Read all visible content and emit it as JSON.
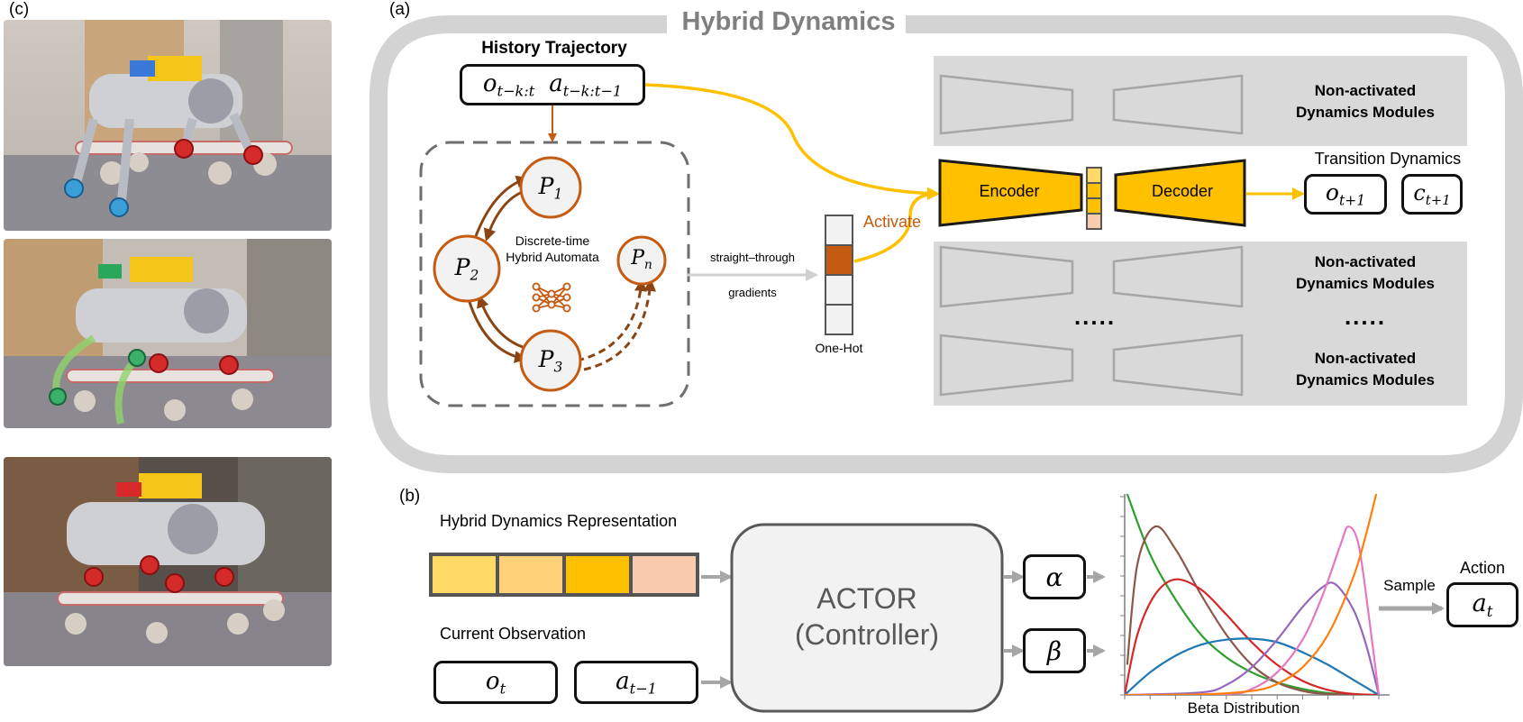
{
  "panels": {
    "a": "(a)",
    "b": "(b)",
    "c": "(c)"
  },
  "hybrid": {
    "title": "Hybrid Dynamics",
    "history_label": "History Trajectory",
    "history_obs": "o",
    "history_obs_sub": "t−k:t",
    "history_act": "a",
    "history_act_sub": "t−k:t−1",
    "automata_line1": "Discrete-time",
    "automata_line2": "Hybrid Automata",
    "states": [
      {
        "base": "P",
        "sub": "1"
      },
      {
        "base": "P",
        "sub": "2"
      },
      {
        "base": "P",
        "sub": "n"
      },
      {
        "base": "P",
        "sub": "3"
      }
    ],
    "gradient_line1": "straight–through",
    "gradient_line2": "gradients",
    "onehot_label": "One-Hot",
    "activate_label": "Activate",
    "encoder_label": "Encoder",
    "decoder_label": "Decoder",
    "module_line1": "Non-activated",
    "module_line2": "Dynamics Modules",
    "ellipsis": ".....",
    "transition_label": "Transition Dynamics",
    "out_obs": "o",
    "out_obs_sub": "t+1",
    "out_ctx": "c",
    "out_ctx_sub": "t+1"
  },
  "actor": {
    "rep_label": "Hybrid Dynamics Representation",
    "obs_label": "Current Observation",
    "obs": "o",
    "obs_sub": "t",
    "prev_act": "a",
    "prev_act_sub": "t−1",
    "line1": "ACTOR",
    "line2": "(Controller)",
    "alpha": "α",
    "beta": "β",
    "beta_dist_label": "Beta Distribution",
    "sample_label": "Sample",
    "action_label": "Action",
    "action": "a",
    "action_sub": "t"
  },
  "colors": {
    "accent": "#FFC000",
    "state_stroke": "#C55A11",
    "module_bg": "#D9D9D9",
    "rep_cells": [
      "#FFD966",
      "#FFD27A",
      "#FFC000",
      "#F8CBAD"
    ]
  },
  "chart_data": {
    "type": "line",
    "xlabel": "Beta Distribution",
    "xlim": [
      0,
      1
    ],
    "series": [
      {
        "values": [
          [
            0.01,
            4.0
          ],
          [
            0.1,
            2.8
          ],
          [
            0.2,
            1.9
          ],
          [
            0.3,
            1.2
          ],
          [
            0.4,
            0.75
          ],
          [
            0.5,
            0.45
          ],
          [
            0.6,
            0.25
          ],
          [
            0.7,
            0.12
          ],
          [
            0.8,
            0.04
          ],
          [
            0.9,
            0.01
          ],
          [
            0.99,
            0
          ]
        ]
      },
      {
        "values": [
          [
            0.01,
            0.6
          ],
          [
            0.05,
            2.6
          ],
          [
            0.12,
            3.35
          ],
          [
            0.2,
            2.9
          ],
          [
            0.3,
            2.0
          ],
          [
            0.4,
            1.2
          ],
          [
            0.5,
            0.6
          ],
          [
            0.6,
            0.25
          ],
          [
            0.7,
            0.08
          ],
          [
            0.8,
            0.02
          ],
          [
            0.99,
            0
          ]
        ]
      },
      {
        "values": [
          [
            0,
            0
          ],
          [
            0.05,
            1.2
          ],
          [
            0.12,
            2.0
          ],
          [
            0.2,
            2.3
          ],
          [
            0.3,
            2.1
          ],
          [
            0.4,
            1.6
          ],
          [
            0.5,
            1.05
          ],
          [
            0.6,
            0.6
          ],
          [
            0.7,
            0.28
          ],
          [
            0.8,
            0.1
          ],
          [
            0.9,
            0.02
          ],
          [
            1,
            0
          ]
        ]
      },
      {
        "values": [
          [
            0,
            0
          ],
          [
            0.1,
            0.45
          ],
          [
            0.2,
            0.78
          ],
          [
            0.3,
            1.0
          ],
          [
            0.4,
            1.1
          ],
          [
            0.5,
            1.12
          ],
          [
            0.6,
            1.05
          ],
          [
            0.7,
            0.85
          ],
          [
            0.8,
            0.6
          ],
          [
            0.9,
            0.3
          ],
          [
            1,
            0
          ]
        ]
      },
      {
        "values": [
          [
            0,
            0
          ],
          [
            0.3,
            0.05
          ],
          [
            0.4,
            0.2
          ],
          [
            0.5,
            0.55
          ],
          [
            0.6,
            1.1
          ],
          [
            0.7,
            1.75
          ],
          [
            0.78,
            2.15
          ],
          [
            0.83,
            2.2
          ],
          [
            0.9,
            1.7
          ],
          [
            0.95,
            1.0
          ],
          [
            1,
            0
          ]
        ]
      },
      {
        "values": [
          [
            0,
            0
          ],
          [
            0.4,
            0.02
          ],
          [
            0.5,
            0.12
          ],
          [
            0.6,
            0.45
          ],
          [
            0.7,
            1.1
          ],
          [
            0.78,
            2.0
          ],
          [
            0.85,
            3.0
          ],
          [
            0.88,
            3.35
          ],
          [
            0.92,
            3.0
          ],
          [
            0.96,
            1.6
          ],
          [
            1,
            0
          ]
        ]
      },
      {
        "values": [
          [
            0,
            0
          ],
          [
            0.3,
            0.01
          ],
          [
            0.5,
            0.08
          ],
          [
            0.6,
            0.22
          ],
          [
            0.7,
            0.55
          ],
          [
            0.8,
            1.2
          ],
          [
            0.9,
            2.35
          ],
          [
            0.95,
            3.2
          ],
          [
            0.99,
            4.0
          ]
        ]
      }
    ],
    "series_colors": [
      "#2CA02C",
      "#8C564B",
      "#D62728",
      "#1F77B4",
      "#9467BD",
      "#E377C2",
      "#FF7F0E"
    ]
  }
}
